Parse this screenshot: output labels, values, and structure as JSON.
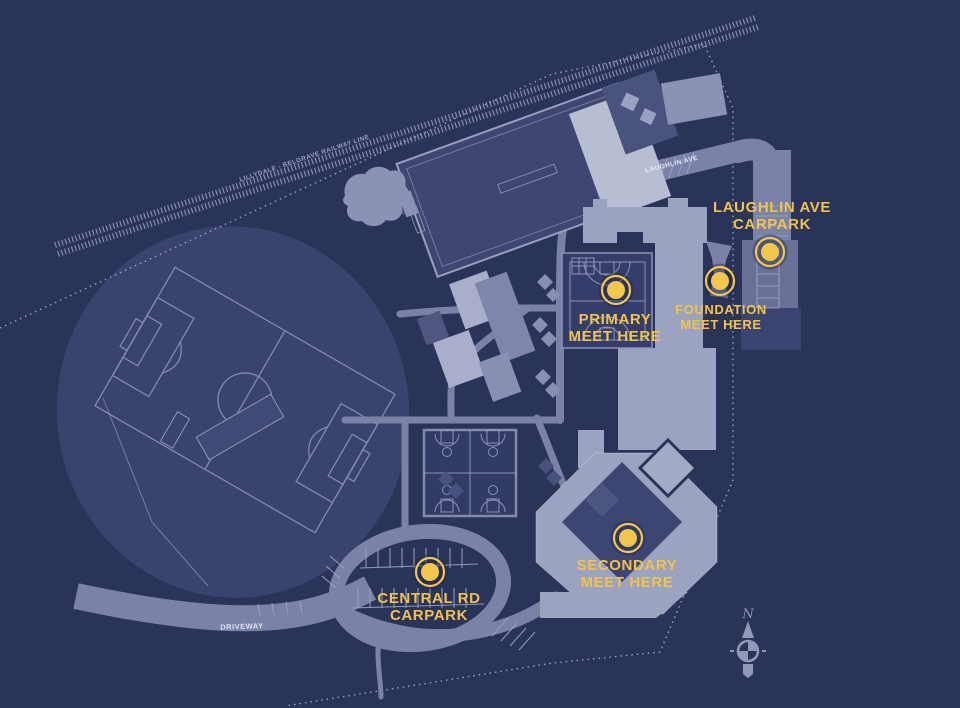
{
  "map": {
    "colors": {
      "background": "#2a3459",
      "accent_yellow": "#f2c34c",
      "road": "#7b82a7",
      "building_light": "#9ba3c1",
      "building_dark": "#434b78",
      "oval": "#3a436e",
      "line_light": "#9aa2c2",
      "white_label": "#e8ebf5"
    },
    "railway": {
      "label": "LILLYDALE - BELGRAVE RAILWAY LINE"
    },
    "roads": {
      "laughlin_ave": "LAUGHLIN AVE",
      "driveway": "DRIVEWAY"
    },
    "markers": [
      {
        "id": "laughlin-ave-carpark",
        "line1": "LAUGHLIN AVE",
        "line2": "CARPARK"
      },
      {
        "id": "foundation",
        "line1": "FOUNDATION",
        "line2": "MEET HERE"
      },
      {
        "id": "primary",
        "line1": "PRIMARY",
        "line2": "MEET HERE"
      },
      {
        "id": "secondary",
        "line1": "SECONDARY",
        "line2": "MEET HERE"
      },
      {
        "id": "central-rd-carpark",
        "line1": "CENTRAL RD",
        "line2": "CARPARK"
      }
    ],
    "compass": {
      "north": "N"
    }
  }
}
